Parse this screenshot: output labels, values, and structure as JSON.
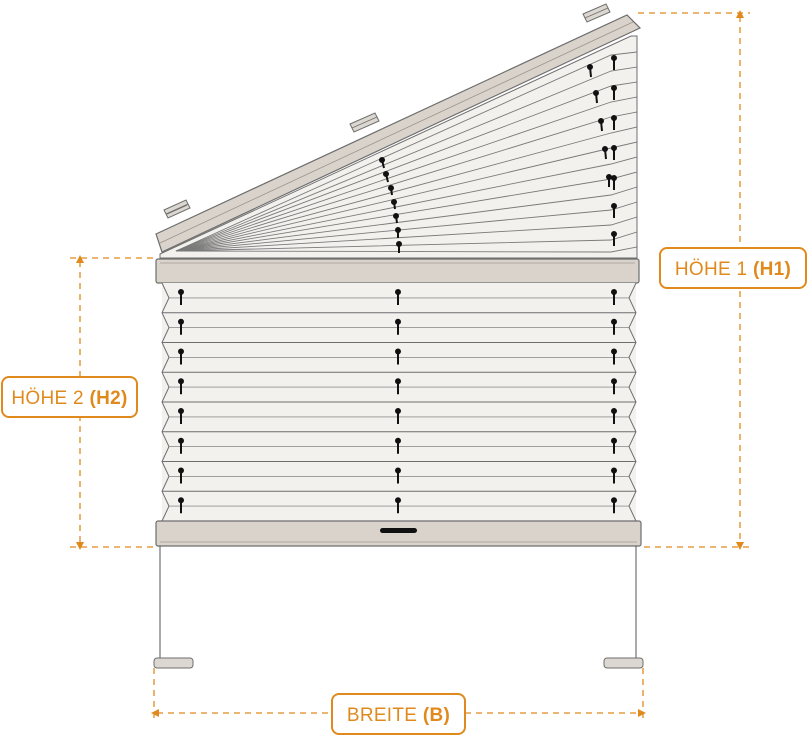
{
  "labels": {
    "height_1": {
      "text": "HÖHE 1 ",
      "code": "(H1)"
    },
    "height_2": {
      "text": "HÖHE 2 ",
      "code": "(H2)"
    },
    "width": {
      "text": "BREITE ",
      "code": "(B)"
    }
  },
  "colors": {
    "accent": "#e08a1e",
    "rail_fill": "#d9d3cb",
    "fabric_fill": "#f3f1ee",
    "outline": "#6e6e6e",
    "cord": "#111111"
  },
  "icons": {
    "top_clips": "mounting-clip-icon",
    "bottom_clips": "floor-bracket-icon",
    "handle": "handle-icon"
  }
}
